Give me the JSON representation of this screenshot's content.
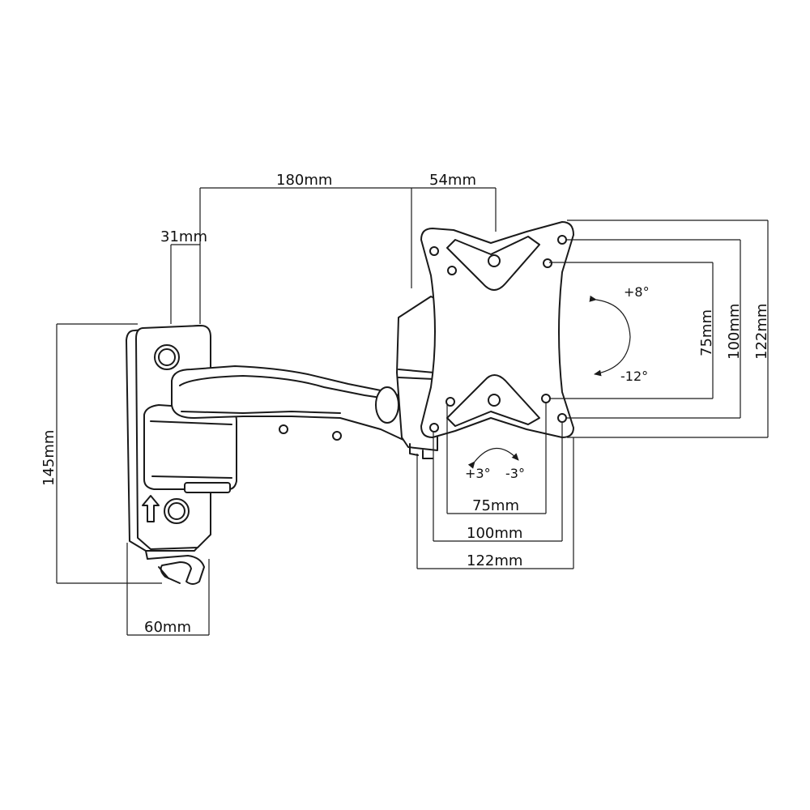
{
  "dimensions": {
    "arm_reach": "180mm",
    "plate_offset": "54mm",
    "wall_depth": "31mm",
    "wall_height": "145mm",
    "wall_width": "60mm",
    "vesa_v_75": "75mm",
    "vesa_v_100": "100mm",
    "vesa_v_122": "122mm",
    "vesa_h_75": "75mm",
    "vesa_h_100": "100mm",
    "vesa_h_122": "122mm"
  },
  "angles": {
    "tilt_up": "+8°",
    "tilt_down": "-12°",
    "swivel_left": "+3°",
    "swivel_right": "-3°"
  }
}
